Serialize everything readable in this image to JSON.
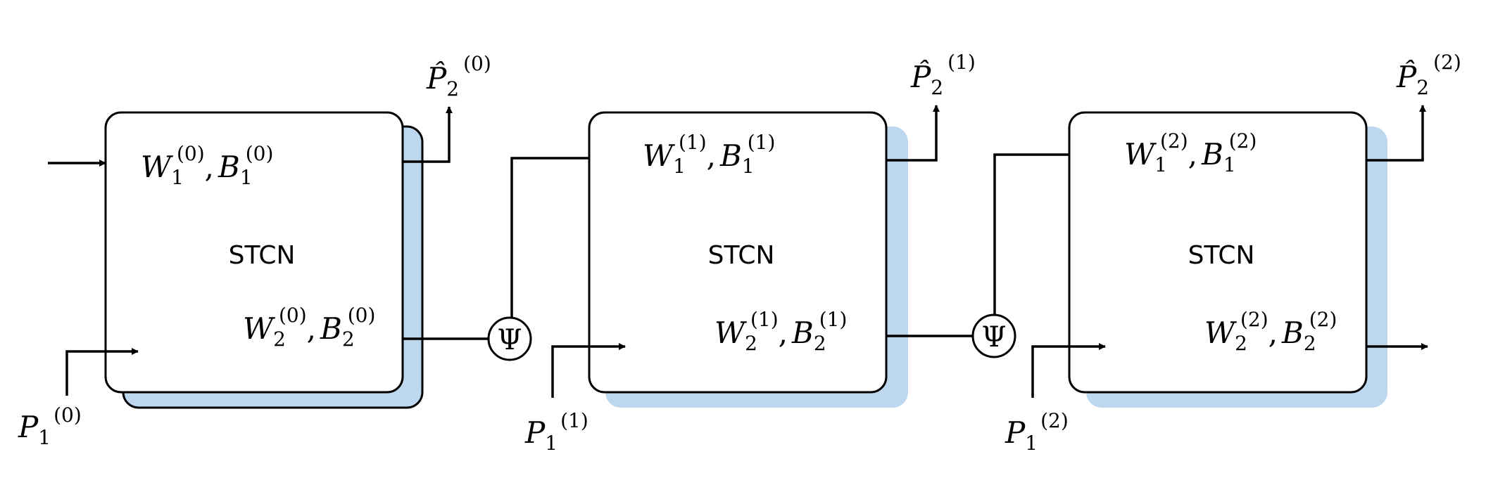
{
  "colors": {
    "stroke": "#000000",
    "box_fill": "#ffffff",
    "shadow": "#bdd7ee",
    "shadow_border": "#000000"
  },
  "stages": [
    {
      "index": "0",
      "block_label": "STCN",
      "w1_base": "W",
      "w1_sub": "1",
      "w1_sup": "(0)",
      "b1_base": "B",
      "b1_sub": "1",
      "b1_sup": "(0)",
      "w2_base": "W",
      "w2_sub": "2",
      "w2_sup": "(0)",
      "b2_base": "B",
      "b2_sub": "2",
      "b2_sup": "(0)",
      "input_base": "P",
      "input_sub": "1",
      "input_sup": "(0)",
      "output_base": "P̂",
      "output_sub": "2",
      "output_sup": "(0)"
    },
    {
      "index": "1",
      "block_label": "STCN",
      "w1_base": "W",
      "w1_sub": "1",
      "w1_sup": "(1)",
      "b1_base": "B",
      "b1_sub": "1",
      "b1_sup": "(1)",
      "w2_base": "W",
      "w2_sub": "2",
      "w2_sup": "(1)",
      "b2_base": "B",
      "b2_sub": "2",
      "b2_sup": "(1)",
      "input_base": "P",
      "input_sub": "1",
      "input_sup": "(1)",
      "output_base": "P̂",
      "output_sub": "2",
      "output_sup": "(1)"
    },
    {
      "index": "2",
      "block_label": "STCN",
      "w1_base": "W",
      "w1_sub": "1",
      "w1_sup": "(2)",
      "b1_base": "B",
      "b1_sub": "1",
      "b1_sup": "(2)",
      "w2_base": "W",
      "w2_sub": "2",
      "w2_sup": "(2)",
      "b2_base": "B",
      "b2_sub": "2",
      "b2_sup": "(2)",
      "input_base": "P",
      "input_sub": "1",
      "input_sup": "(2)",
      "output_base": "P̂",
      "output_sub": "2",
      "output_sup": "(2)"
    }
  ],
  "transfer_nodes": [
    {
      "symbol": "Ψ"
    },
    {
      "symbol": "Ψ"
    }
  ],
  "separator": ","
}
